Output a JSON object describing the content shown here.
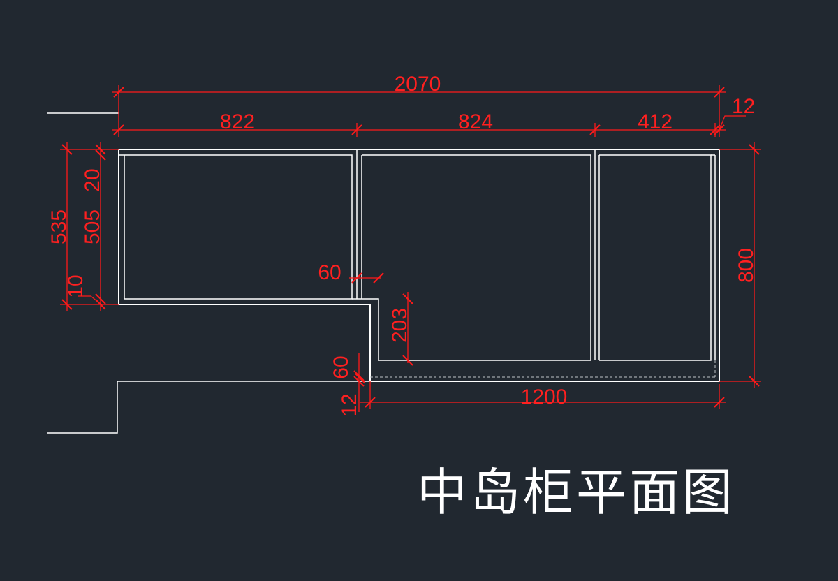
{
  "drawing": {
    "title": "中岛柜平面图",
    "colors": {
      "background": "#212830",
      "outline": "#ffffff",
      "dimension": "#ff1a1a"
    },
    "dimensions": {
      "overall_width": "2070",
      "left_cabinet": "822",
      "middle_cabinet": "824",
      "right_cabinet": "412",
      "right_offset": "12",
      "overall_depth": "800",
      "left_total_depth": "535",
      "left_inner_depth": "505",
      "top_panel": "20",
      "bottom_panel": "10",
      "step_width": "60",
      "step_depth": "203",
      "bottom_panel_60": "60",
      "bottom_offset": "12",
      "bottom_width": "1200"
    }
  }
}
